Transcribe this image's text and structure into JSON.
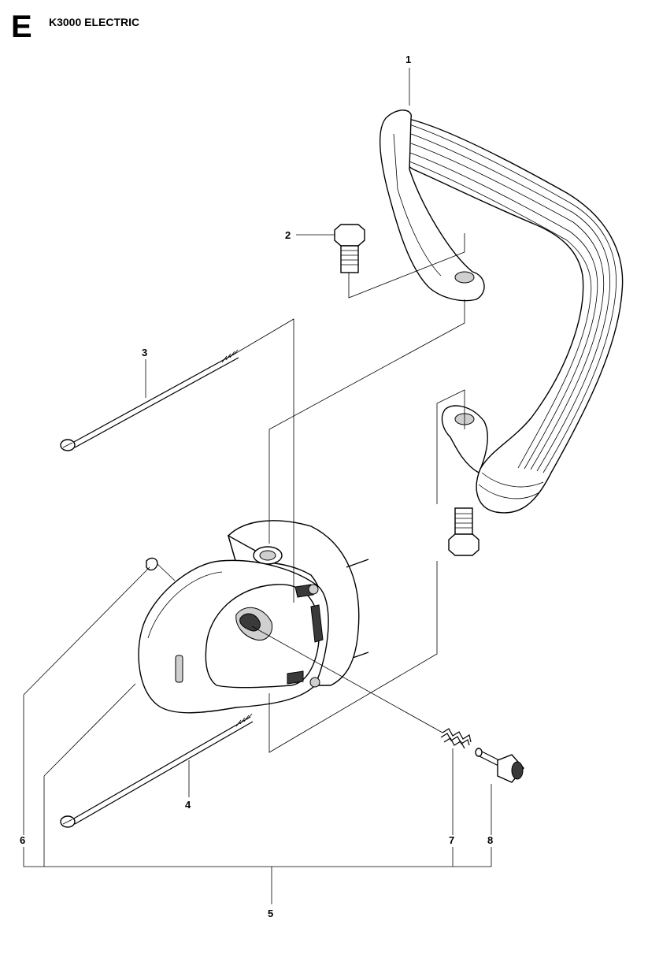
{
  "header": {
    "section_letter": "E",
    "model": "K3000 ELECTRIC"
  },
  "callouts": {
    "c1": "1",
    "c2": "2",
    "c3": "3",
    "c4": "4",
    "c5": "5",
    "c6": "6",
    "c7": "7",
    "c8": "8"
  },
  "parts": [
    {
      "ref": "1",
      "name": "handle-bar"
    },
    {
      "ref": "2",
      "name": "hex-screw"
    },
    {
      "ref": "3",
      "name": "long-screw-upper"
    },
    {
      "ref": "4",
      "name": "long-screw-lower"
    },
    {
      "ref": "5",
      "name": "rear-handle-assembly"
    },
    {
      "ref": "6",
      "name": "clip"
    },
    {
      "ref": "7",
      "name": "spring"
    },
    {
      "ref": "8",
      "name": "pin"
    }
  ]
}
